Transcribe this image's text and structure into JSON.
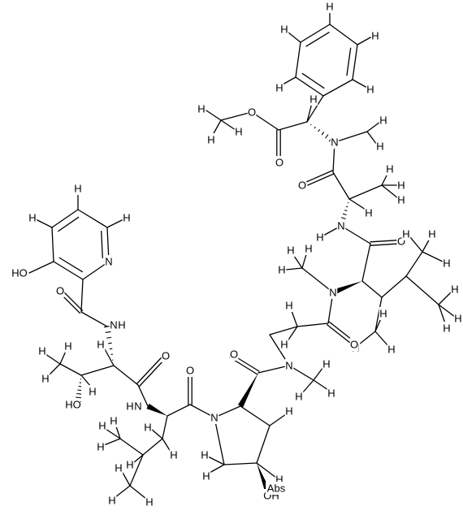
{
  "molecule": {
    "atom_labels": {
      "H": "H",
      "O": "O",
      "N": "N",
      "HO": "HO",
      "OH": "OH",
      "Abs": "Abs"
    },
    "colors": {
      "line": "#000000",
      "background": "#ffffff"
    }
  }
}
